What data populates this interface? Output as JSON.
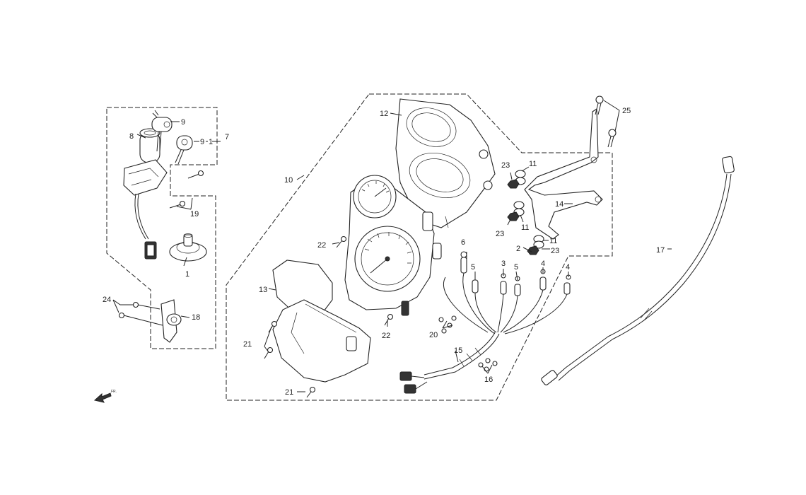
{
  "diagram": {
    "callouts": {
      "p1": "1",
      "p2": "2",
      "p3": "3",
      "p4a": "4",
      "p4b": "4",
      "p5a": "5",
      "p5b": "5",
      "p6": "6",
      "p7": "7",
      "p8": "8",
      "p9a": "9",
      "p9b": "9",
      "p9c": "1",
      "p10": "10",
      "p11a": "11",
      "p11b": "11",
      "p11c": "11",
      "p12": "12",
      "p13": "13",
      "p14": "14",
      "p15": "15",
      "p16": "16",
      "p17": "17",
      "p18": "18",
      "p19": "19",
      "p20": "20",
      "p21a": "21",
      "p21b": "21",
      "p22a": "22",
      "p22b": "22",
      "p23a": "23",
      "p23b": "23",
      "p23c": "23",
      "p24": "24",
      "p25": "25"
    },
    "direction": {
      "label": "FR."
    }
  }
}
